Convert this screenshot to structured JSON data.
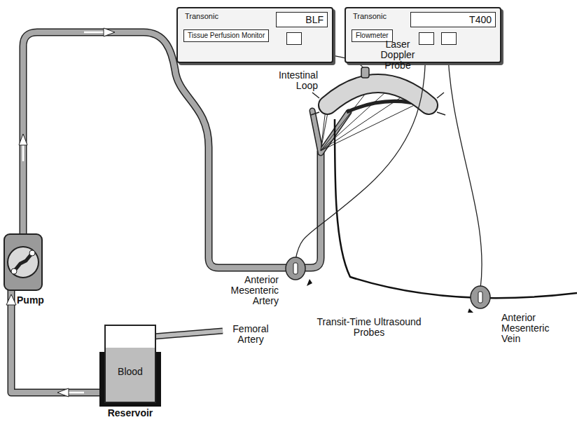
{
  "diagram": {
    "nodes": [
      {
        "text": [
          "Transonic",
          "Tissue Perfusion Monitor",
          "BLF"
        ]
      },
      {
        "text": [
          "Transonic",
          "T400",
          "Flowmeter"
        ]
      },
      {
        "text": [
          "Pump"
        ]
      },
      {
        "text": [
          "Blood",
          "Reservoir"
        ]
      }
    ],
    "edges": [
      {
        "from": 3,
        "to": 2,
        "arrow": "to"
      }
    ],
    "labels": [
      "Laser Doppler Probe",
      "Intestinal Loop",
      "Anterior Mesenteric Artery",
      "Femoral Artery",
      "Transit-Time Ultrasound Probes",
      "Anterior Mesenteric Vein"
    ]
  }
}
